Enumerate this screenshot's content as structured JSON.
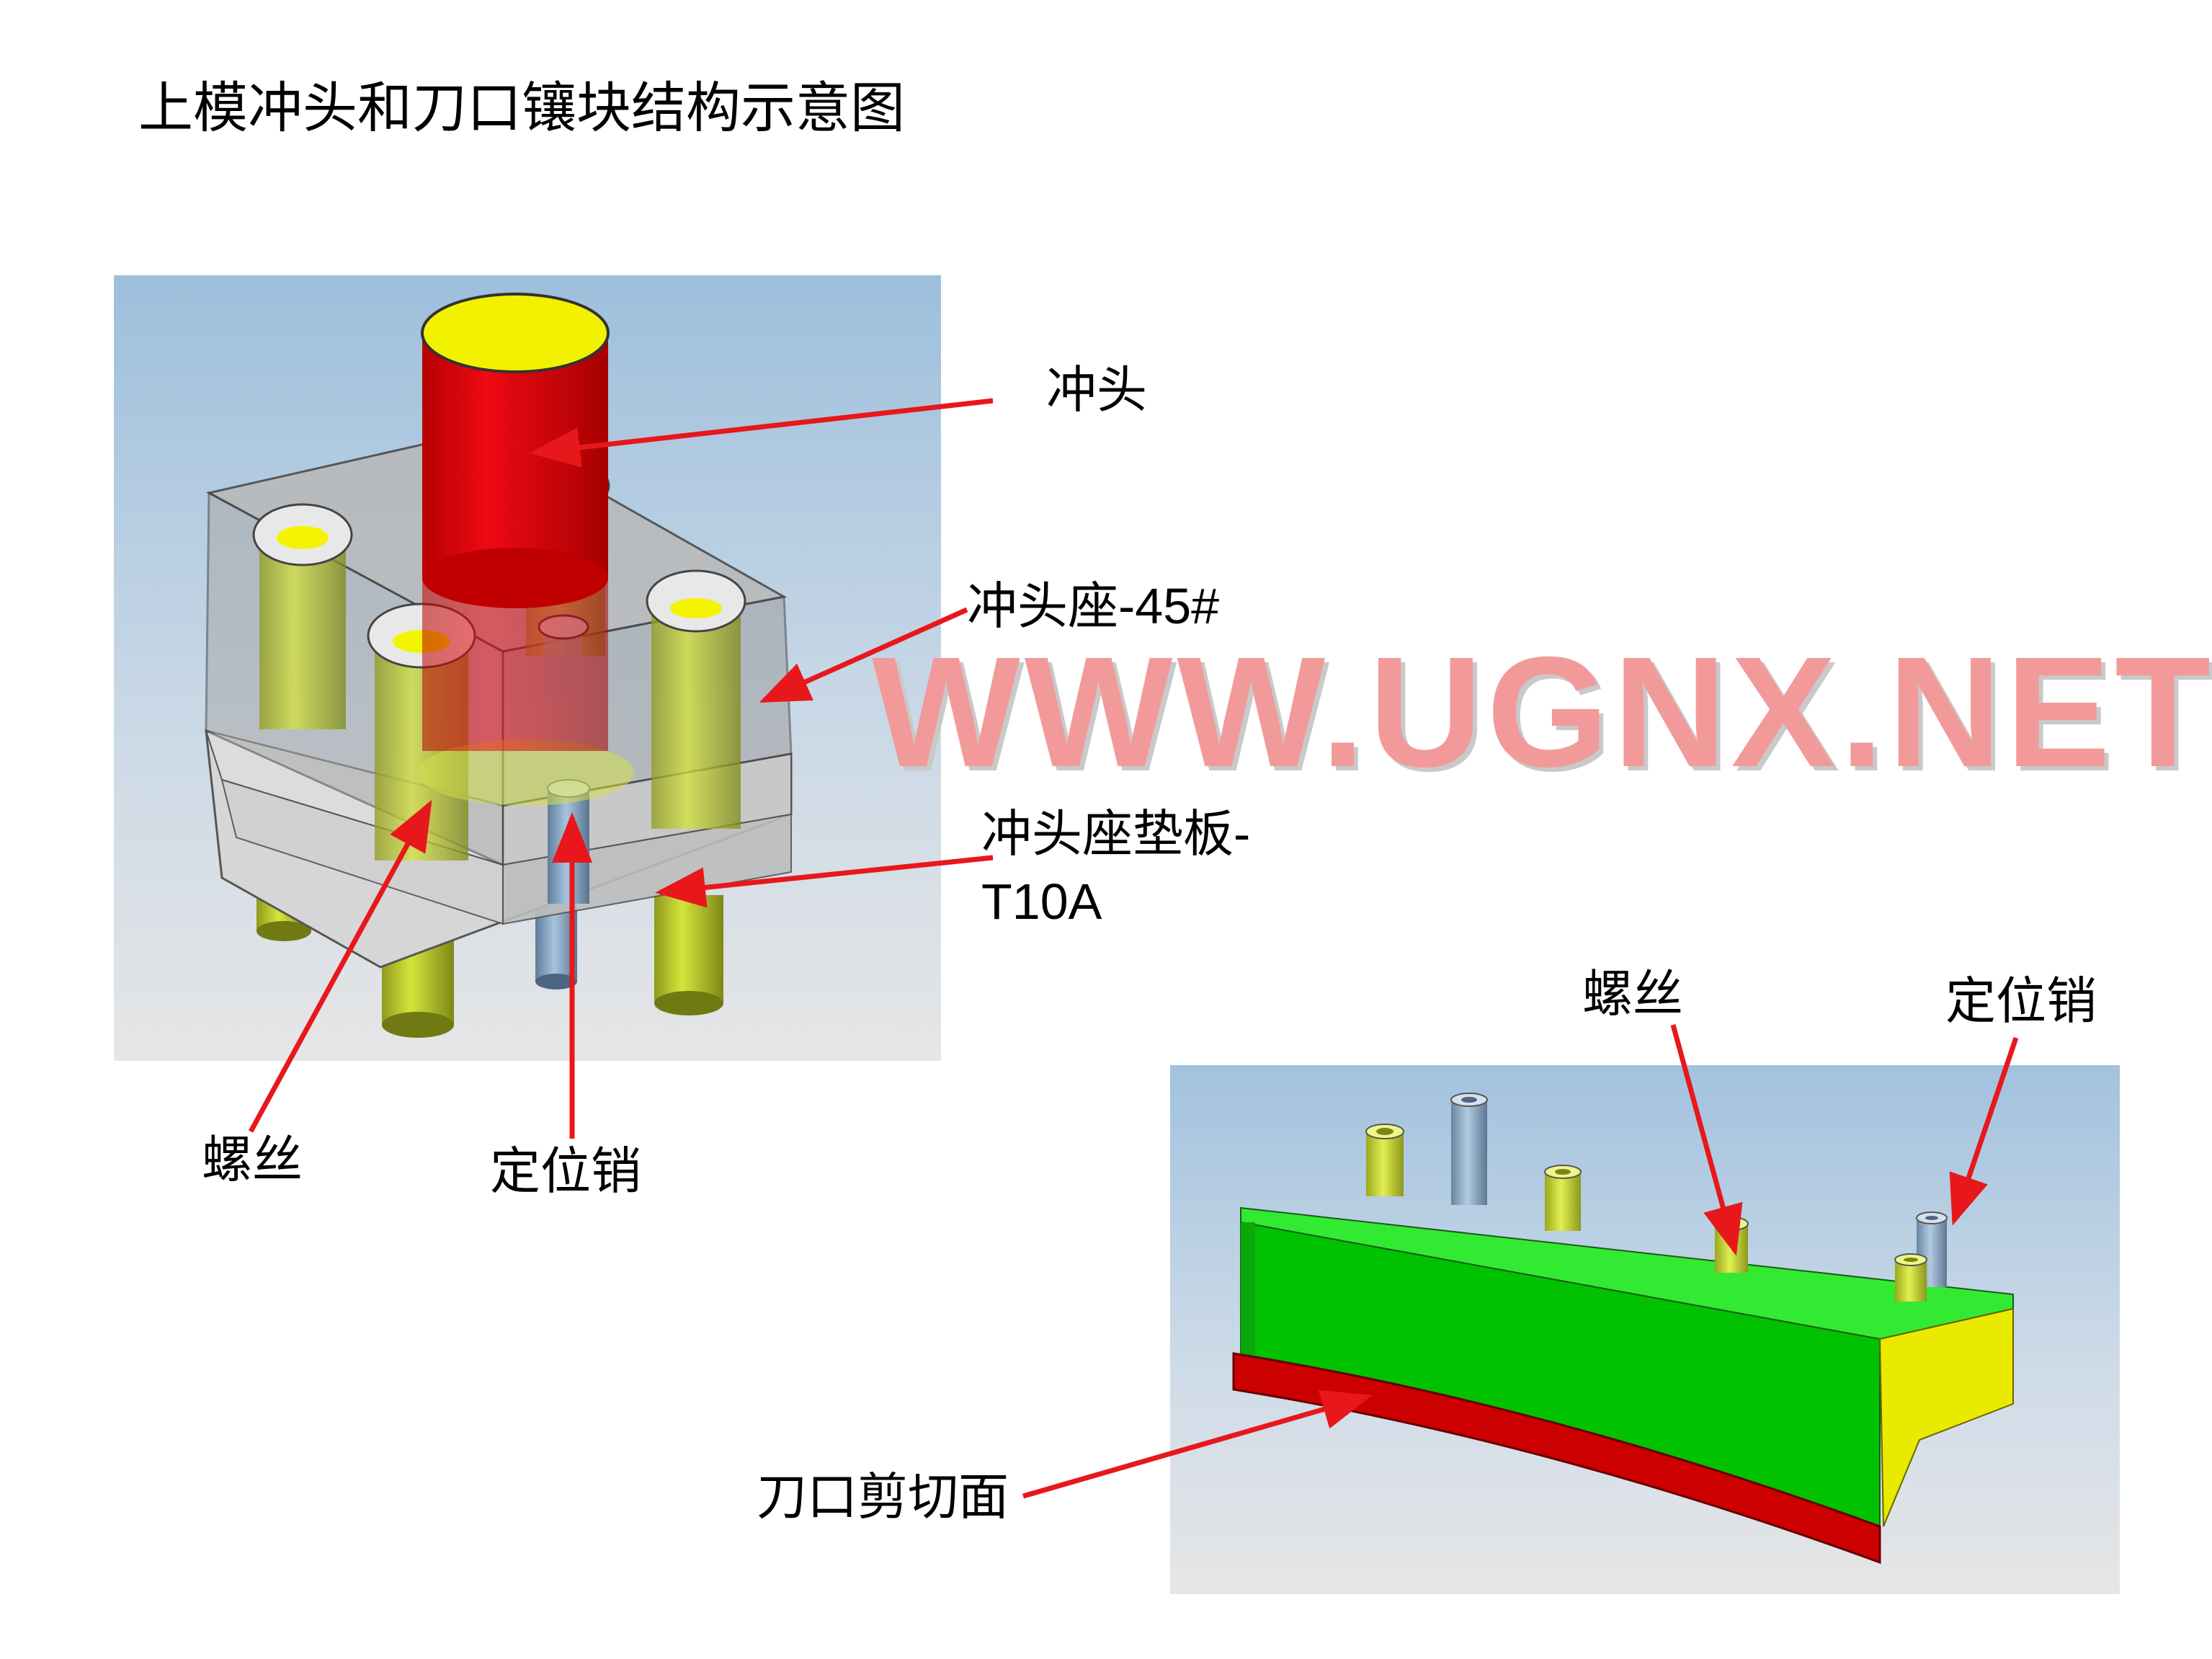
{
  "title": "上模冲头和刀口镶块结构示意图",
  "watermark": "WWW.UGNX.NET",
  "left_figure": {
    "labels": {
      "punch": "冲头",
      "punch_holder_line1": "冲头座-45#",
      "backing_plate_line1": "冲头座垫板-",
      "backing_plate_line2": "T10A",
      "screw": "螺丝",
      "dowel_pin": "定位销"
    }
  },
  "right_figure": {
    "labels": {
      "screw": "螺丝",
      "dowel_pin": "定位销",
      "cutting_edge": "刀口剪切面"
    }
  },
  "colors": {
    "arrow": "#e8171b",
    "punch_body": "#e0000c",
    "punch_top": "#f2f200",
    "screw": "#c9d935",
    "pin": "#88aacc",
    "insert_top": "#2ee82e",
    "insert_face": "#00c400",
    "insert_side": "#eaea00",
    "cutting_face": "#cc0000",
    "background_top": "#9dbfdc",
    "background_bottom": "#e6e6e6"
  }
}
